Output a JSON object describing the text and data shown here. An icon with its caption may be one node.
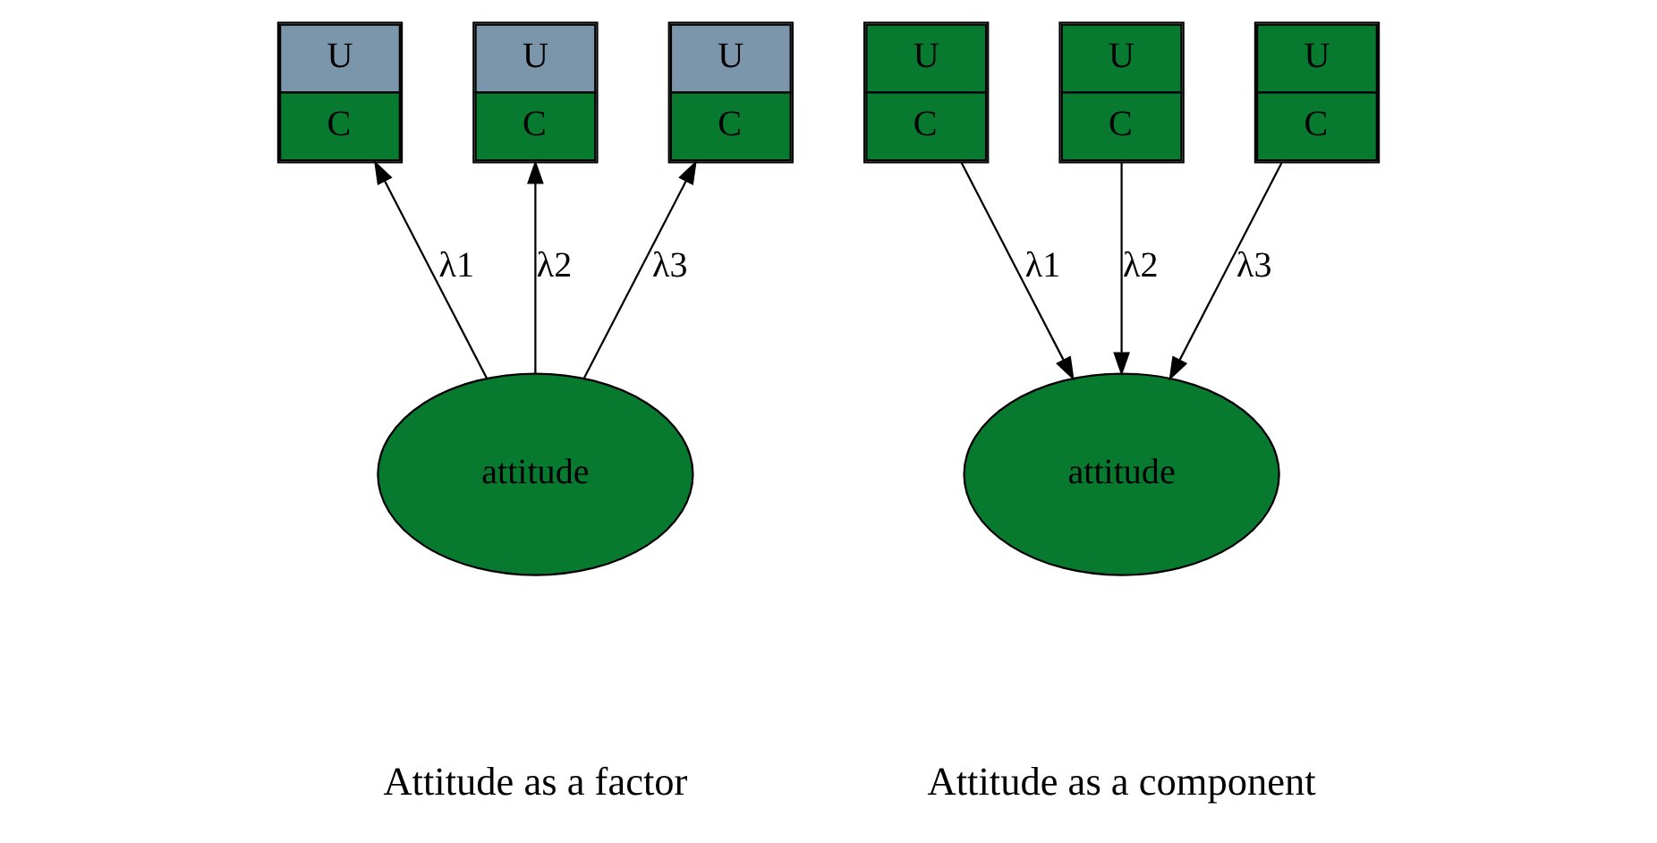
{
  "diagram": {
    "nodes": [
      {
        "text": [
          "U",
          "C"
        ]
      },
      {
        "text": [
          "U",
          "C"
        ]
      },
      {
        "text": [
          "U",
          "C"
        ]
      },
      {
        "text": [
          "attitude"
        ]
      },
      {
        "text": [
          "U",
          "C"
        ]
      },
      {
        "text": [
          "U",
          "C"
        ]
      },
      {
        "text": [
          "U",
          "C"
        ]
      },
      {
        "text": [
          "attitude"
        ]
      }
    ],
    "edges": [
      {
        "from": 3,
        "to": 0,
        "arrow": "to",
        "label": "λ1"
      },
      {
        "from": 3,
        "to": 1,
        "arrow": "to",
        "label": "λ2"
      },
      {
        "from": 3,
        "to": 2,
        "arrow": "to",
        "label": "λ3"
      },
      {
        "from": 4,
        "to": 7,
        "arrow": "to",
        "label": "λ1"
      },
      {
        "from": 5,
        "to": 7,
        "arrow": "to",
        "label": "λ2"
      },
      {
        "from": 6,
        "to": 7,
        "arrow": "to",
        "label": "λ3"
      }
    ],
    "labels": [
      "Attitude as a factor",
      "Attitude as a component"
    ]
  }
}
